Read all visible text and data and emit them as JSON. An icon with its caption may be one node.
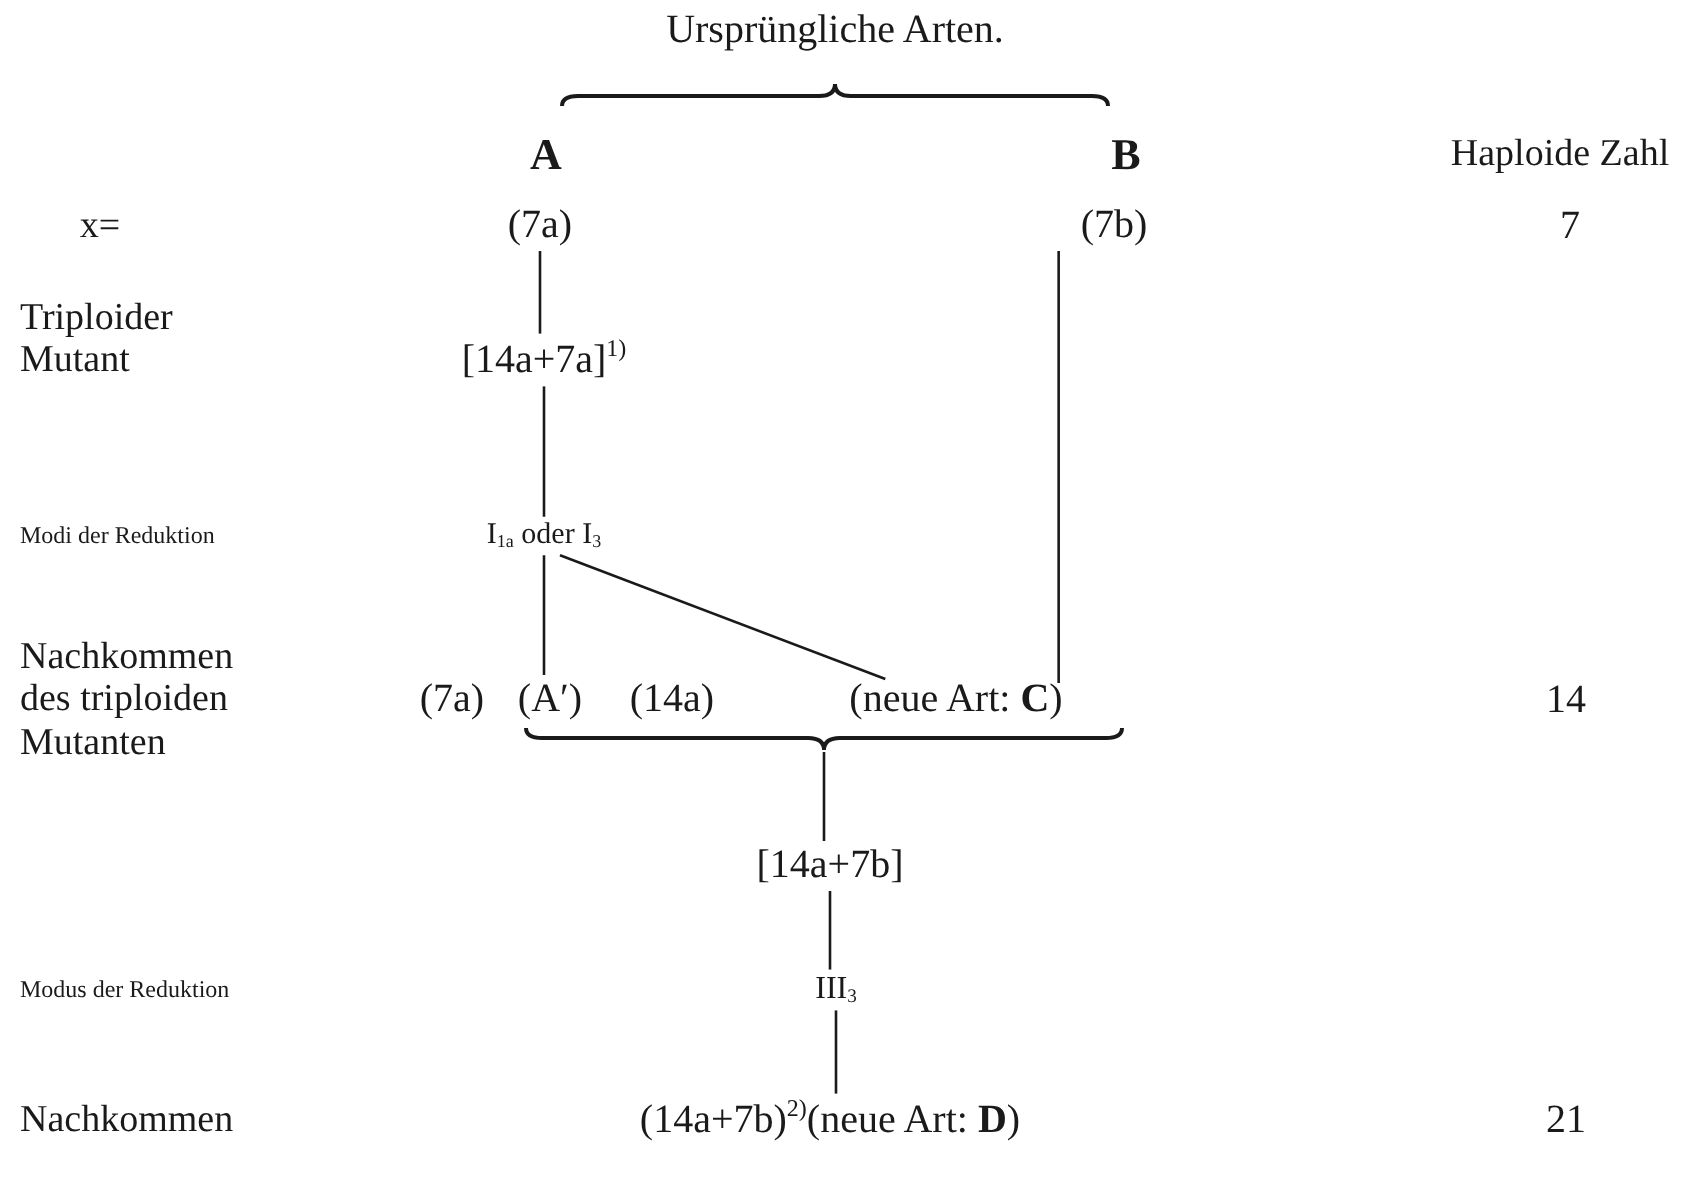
{
  "diagram": {
    "nodes": [
      {
        "text": [
          "Ursprüngliche Arten."
        ]
      },
      {
        "text": [
          "A"
        ]
      },
      {
        "text": [
          "B"
        ]
      },
      {
        "text": [
          "(7a)"
        ]
      },
      {
        "text": [
          "(7b)"
        ]
      },
      {
        "text": [
          "[14a+7a]$^{1)}$"
        ]
      },
      {
        "text": [
          "I$_{1a}$ oder I$_{3}$"
        ]
      },
      {
        "text": [
          "(7a)"
        ]
      },
      {
        "text": [
          "(A′)"
        ]
      },
      {
        "text": [
          "(14a)"
        ]
      },
      {
        "text": [
          "(neue Art: **C**)"
        ]
      },
      {
        "text": [],
        "shape": "brace"
      },
      {
        "text": [
          "[14a+7b]"
        ]
      },
      {
        "text": [
          "III$_{3}$"
        ]
      },
      {
        "text": [
          "(14a+7b)$^{2)}$(neue Art: **D**)"
        ]
      }
    ],
    "edges": [
      {
        "from": 3,
        "to": 5,
        "arrow": "none"
      },
      {
        "from": 5,
        "to": 6,
        "arrow": "none"
      },
      {
        "from": 6,
        "to": 8,
        "arrow": "none"
      },
      {
        "from": 6,
        "to": 10,
        "arrow": "none"
      },
      {
        "from": 4,
        "to": 10,
        "arrow": "none"
      },
      {
        "from": 11,
        "to": 12,
        "arrow": "none"
      },
      {
        "from": 12,
        "to": 13,
        "arrow": "none"
      },
      {
        "from": 13,
        "to": 14,
        "arrow": "none"
      }
    ],
    "labels": [
      "Haploide Zahl",
      "x=",
      "7",
      "Triploider Mutant",
      "Modi der Reduktion",
      "Nachkommen des triploiden Mutanten",
      "14",
      "Modus der Reduktion",
      "Nachkommen",
      "21"
    ]
  }
}
